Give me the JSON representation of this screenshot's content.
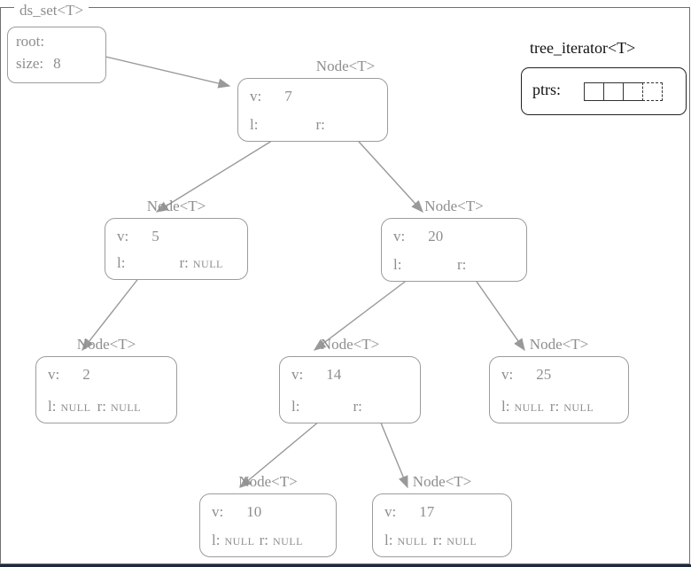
{
  "frame": {
    "label": "ds_set<T>"
  },
  "root_box": {
    "root_label": "root:",
    "size_label": "size:",
    "size_value": "8"
  },
  "iterator": {
    "title": "tree_iterator<T>",
    "ptrs_label": "ptrs:",
    "cells": 4
  },
  "colors": {
    "tree": "#8e8e8e",
    "edge": "#999999",
    "iterator": "#111111"
  },
  "nodes": [
    {
      "title": "Node<T>",
      "v_label": "v:",
      "v": "7",
      "l_label": "l:",
      "l": "",
      "r_label": "r:",
      "r": ""
    },
    {
      "title": "Node<T>",
      "v_label": "v:",
      "v": "5",
      "l_label": "l:",
      "l": "",
      "r_label": "r:",
      "r": "NULL"
    },
    {
      "title": "Node<T>",
      "v_label": "v:",
      "v": "20",
      "l_label": "l:",
      "l": "",
      "r_label": "r:",
      "r": ""
    },
    {
      "title": "Node<T>",
      "v_label": "v:",
      "v": "2",
      "l_label": "l:",
      "l": "NULL",
      "r_label": "r:",
      "r": "NULL"
    },
    {
      "title": "Node<T>",
      "v_label": "v:",
      "v": "14",
      "l_label": "l:",
      "l": "",
      "r_label": "r:",
      "r": ""
    },
    {
      "title": "Node<T>",
      "v_label": "v:",
      "v": "25",
      "l_label": "l:",
      "l": "NULL",
      "r_label": "r:",
      "r": "NULL"
    },
    {
      "title": "Node<T>",
      "v_label": "v:",
      "v": "10",
      "l_label": "l:",
      "l": "NULL",
      "r_label": "r:",
      "r": "NULL"
    },
    {
      "title": "Node<T>",
      "v_label": "v:",
      "v": "17",
      "l_label": "l:",
      "l": "NULL",
      "r_label": "r:",
      "r": "NULL"
    }
  ]
}
